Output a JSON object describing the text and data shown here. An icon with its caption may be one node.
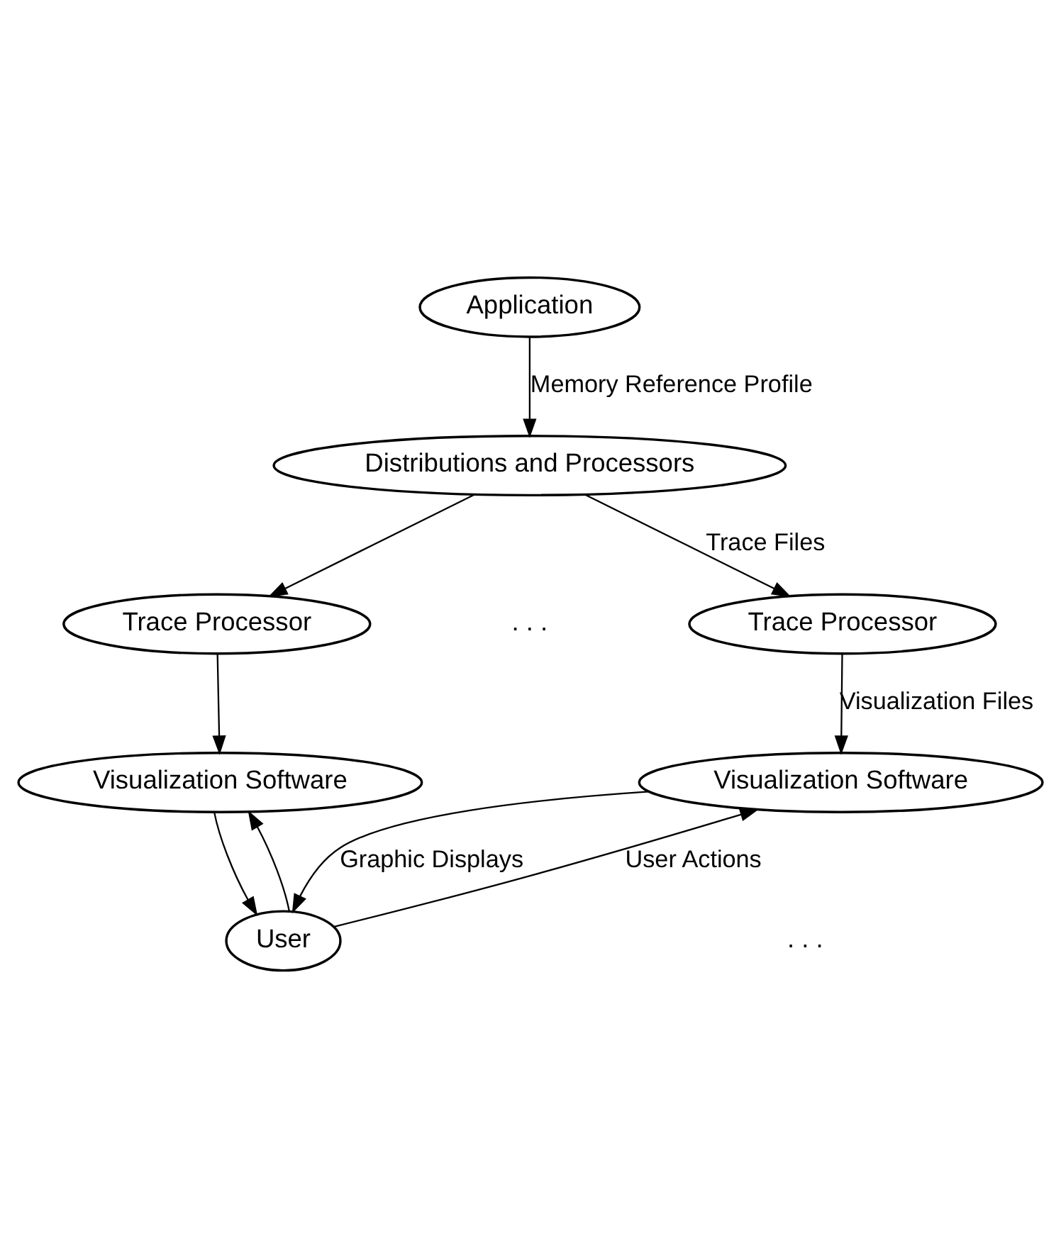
{
  "diagram": {
    "nodes": [
      {
        "text": [
          "Application"
        ]
      },
      {
        "text": [
          "Distributions and Processors"
        ]
      },
      {
        "text": [
          "Trace Processor"
        ]
      },
      {
        "text": [
          "Trace Processor"
        ]
      },
      {
        "text": [
          "Visualization Software"
        ]
      },
      {
        "text": [
          "Visualization Software"
        ]
      },
      {
        "text": [
          "User"
        ]
      }
    ],
    "edges": [
      {
        "from": 0,
        "to": 1,
        "arrow": "to",
        "label": "Memory Reference Profile"
      },
      {
        "from": 1,
        "to": 2,
        "arrow": "to"
      },
      {
        "from": 1,
        "to": 3,
        "arrow": "to",
        "label": "Trace Files"
      },
      {
        "from": 2,
        "to": 4,
        "arrow": "to"
      },
      {
        "from": 3,
        "to": 5,
        "arrow": "to",
        "label": "Visualization Files"
      },
      {
        "from": 4,
        "to": 6,
        "arrow": "to"
      },
      {
        "from": 5,
        "to": 6,
        "arrow": "to",
        "label": "Graphic Displays"
      },
      {
        "from": 6,
        "to": 4,
        "arrow": "to"
      },
      {
        "from": 6,
        "to": 5,
        "arrow": "to",
        "label": "User Actions"
      }
    ],
    "labels": [
      ". . .",
      ". . ."
    ]
  }
}
